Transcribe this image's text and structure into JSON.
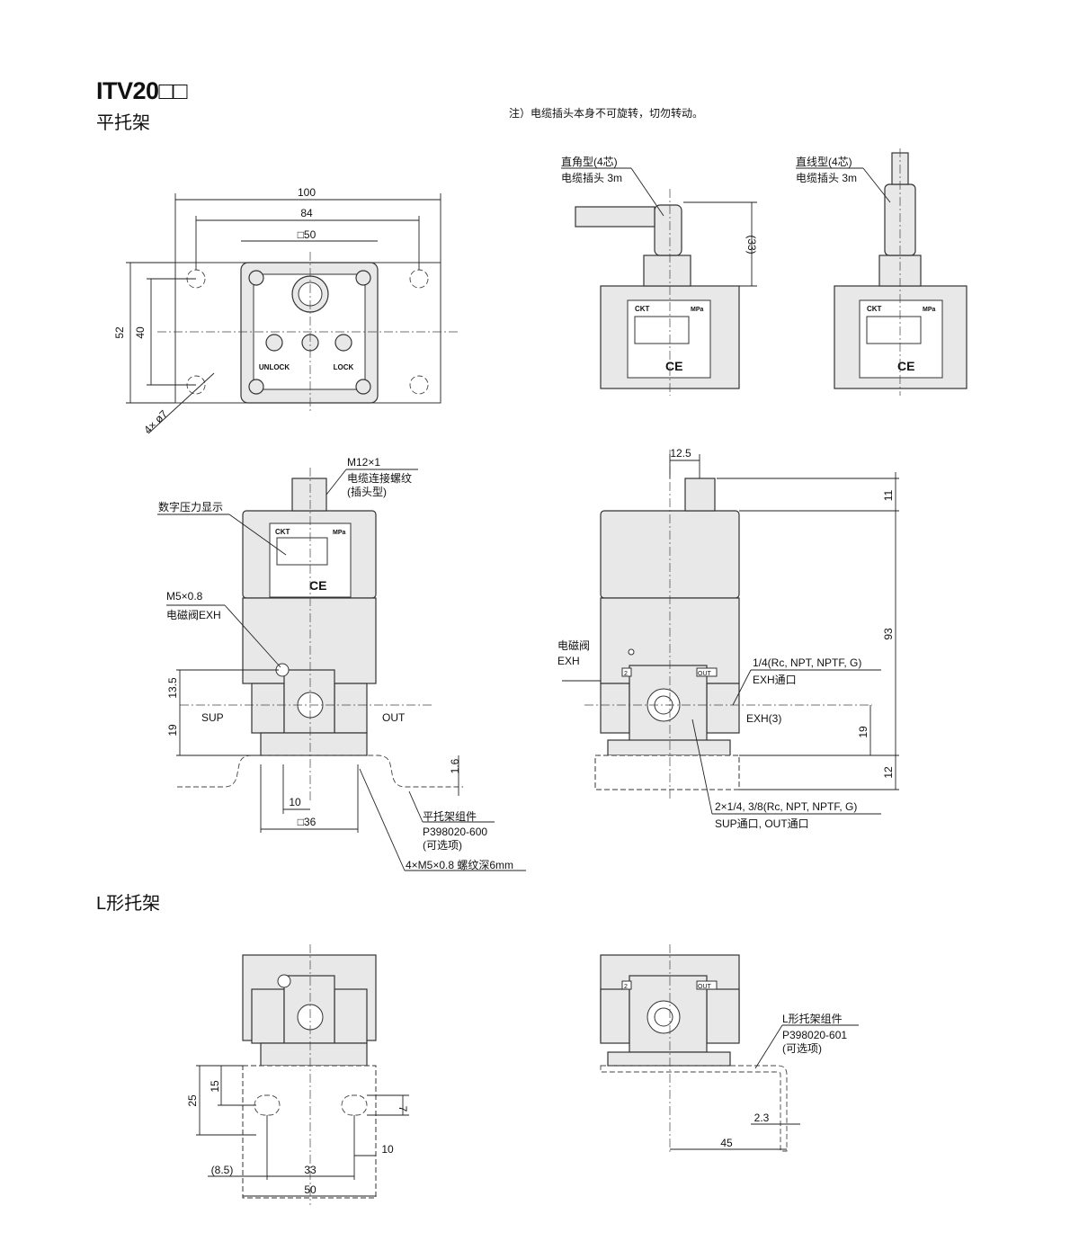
{
  "header": {
    "model": "ITV20□□",
    "flat_bracket": "平托架",
    "l_bracket": "L形托架",
    "note": "注）电缆插头本身不可旋转，切勿转动。"
  },
  "top_view": {
    "dim_100": "100",
    "dim_84": "84",
    "dim_50": "□50",
    "dim_52": "52",
    "dim_40": "40",
    "holes": "4× ø7",
    "unlock": "UNLOCK",
    "lock": "LOCK"
  },
  "connectors": {
    "right_angle_l1": "直角型(4芯)",
    "right_angle_l2": "电缆插头 3m",
    "dim_33": "(33)",
    "straight_l1": "直线型(4芯)",
    "straight_l2": "电缆插头 3m",
    "brand": "CKT",
    "unit": "MPa",
    "ce": "CE"
  },
  "front_view": {
    "thread_l1": "M12×1",
    "thread_l2": "电缆连接螺纹",
    "thread_l3": "(插头型)",
    "display": "数字压力显示",
    "m5_l1": "M5×0.8",
    "m5_l2": "电磁阀EXH",
    "dim_13_5": "13.5",
    "dim_19": "19",
    "sup": "SUP",
    "out": "OUT",
    "dim_1_6": "1.6",
    "dim_10": "10",
    "dim_36": "□36",
    "bracket_l1": "平托架组件",
    "bracket_l2": "P398020-600",
    "bracket_l3": "(可选项)",
    "screw": "4×M5×0.8 螺纹深6mm"
  },
  "side_view": {
    "dim_12_5": "12.5",
    "dim_11": "11",
    "dim_93": "93",
    "dim_19": "19",
    "dim_12": "12",
    "exh_l1": "电磁阀",
    "exh_l2": "EXH",
    "port_l1": "1/4(Rc, NPT, NPTF, G)",
    "port_l2": "EXH通口",
    "exh3": "EXH(3)",
    "sup_l1": "2×1/4, 3/8(Rc, NPT, NPTF, G)",
    "sup_l2": "SUP通口, OUT通口",
    "out_tag": "OUT",
    "two_tag": "2"
  },
  "l_front": {
    "dim_25": "25",
    "dim_15": "15",
    "dim_7": "7",
    "dim_10": "10",
    "dim_8_5": "(8.5)",
    "dim_33": "33",
    "dim_50": "50"
  },
  "l_side": {
    "bracket_l1": "L形托架组件",
    "bracket_l2": "P398020-601",
    "bracket_l3": "(可选项)",
    "dim_2_3": "2.3",
    "dim_45": "45"
  }
}
